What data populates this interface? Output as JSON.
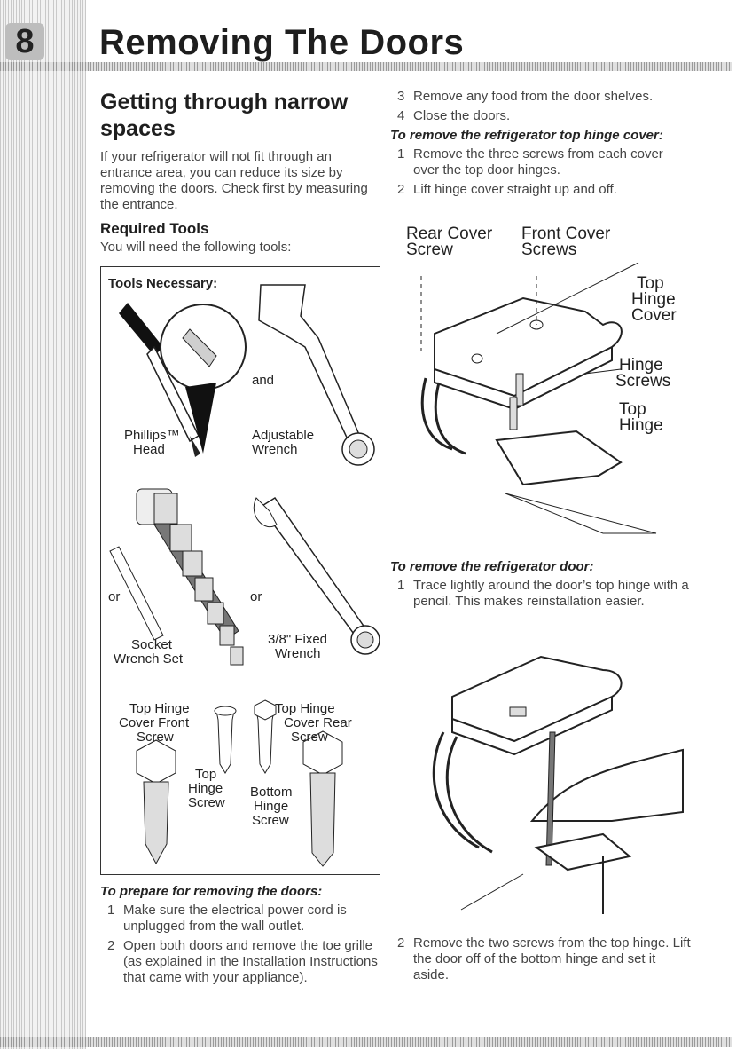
{
  "page": {
    "number": "8",
    "title": "Removing The Doors"
  },
  "left": {
    "heading": "Getting through narrow spaces",
    "intro": "If your refrigerator will not fit through an entrance area, you can reduce its size by removing the doors. Check first by measuring the entrance.",
    "tools_heading": "Required Tools",
    "tools_intro": "You will need the following tools:",
    "tools_box": {
      "title": "Tools Necessary:",
      "and": "and",
      "phillips": "Phillips™",
      "head": "Head",
      "adjustable": "Adjustable",
      "wrench": "Wrench",
      "or1": "or",
      "or2": "or",
      "socket": "Socket",
      "wrench_set": "Wrench Set",
      "fixed": "3/8\" Fixed",
      "fixed_wrench": "Wrench",
      "screw_front_1": "Top Hinge",
      "screw_front_2": "Cover Front",
      "screw_front_3": "Screw",
      "screw_rear_1": "Top Hinge",
      "screw_rear_2": "Cover Rear",
      "screw_rear_3": "Screw",
      "top_hinge_1": "Top",
      "top_hinge_2": "Hinge",
      "top_hinge_3": "Screw",
      "bottom_hinge_1": "Bottom",
      "bottom_hinge_2": "Hinge",
      "bottom_hinge_3": "Screw"
    },
    "prepare_heading": "To prepare for removing the doors:",
    "prepare_steps": [
      {
        "n": "1",
        "text": "Make sure the electrical power cord is unplugged from the wall outlet."
      },
      {
        "n": "2",
        "text": "Open both doors and remove the toe grille (as explained in the Installation Instructions that came with your appliance)."
      }
    ]
  },
  "right": {
    "steps_a": [
      {
        "n": "3",
        "text": "Remove any food from the door shelves."
      },
      {
        "n": "4",
        "text": "Close the doors."
      }
    ],
    "cover_heading": "To remove the refrigerator top hinge cover:",
    "cover_steps": [
      {
        "n": "1",
        "text": "Remove the three screws from each cover over the top door hinges."
      },
      {
        "n": "2",
        "text": "Lift hinge cover straight up and off."
      }
    ],
    "fig1": {
      "rear_cover": "Rear Cover",
      "rear_screw": "Screw",
      "front_cover": "Front Cover",
      "front_screws": "Screws",
      "top": "Top",
      "hinge": "Hinge",
      "cover": "Cover",
      "hinge2": "Hinge",
      "screws": "Screws",
      "top2": "Top",
      "hinge3": "Hinge"
    },
    "door_heading": "To remove the refrigerator door:",
    "door_steps_1": [
      {
        "n": "1",
        "text": "Trace lightly around the door’s top hinge with a pencil. This makes reinstallation easier."
      }
    ],
    "door_steps_2": [
      {
        "n": "2",
        "text": "Remove the two screws from the top hinge. Lift the door off of the bottom hinge and set it aside."
      }
    ]
  }
}
